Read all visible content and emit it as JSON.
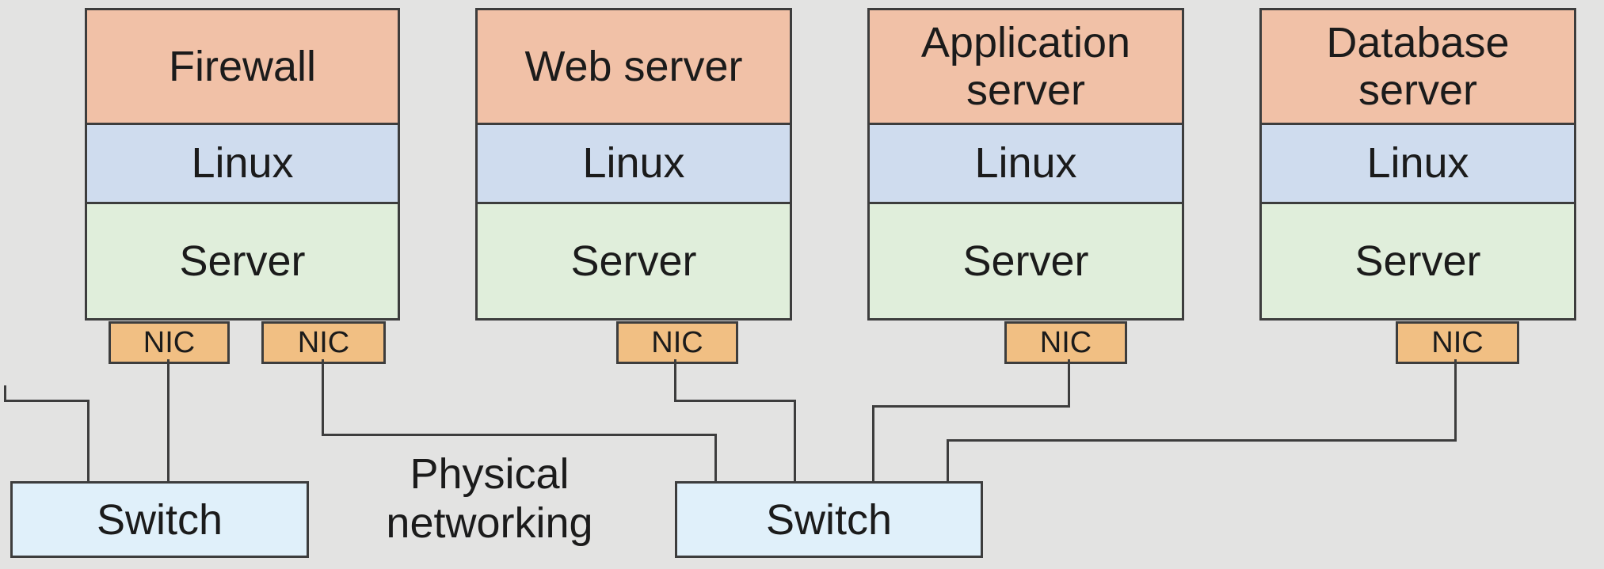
{
  "diagram": {
    "colors": {
      "background": "#e3e3e2",
      "header": "#f1c1a7",
      "os": "#cfdcee",
      "hw": "#e0eedb",
      "nic": "#f1bf83",
      "switch": "#e0f0fa",
      "line": "#3d3d3d"
    },
    "stacks": [
      {
        "name": "firewall",
        "app": "Firewall",
        "os": "Linux",
        "hardware": "Server",
        "nics": [
          "NIC",
          "NIC"
        ]
      },
      {
        "name": "web-server",
        "app": "Web server",
        "os": "Linux",
        "hardware": "Server",
        "nics": [
          "NIC"
        ]
      },
      {
        "name": "application-server",
        "app": "Application server",
        "os": "Linux",
        "hardware": "Server",
        "nics": [
          "NIC"
        ]
      },
      {
        "name": "database-server",
        "app": "Database server",
        "os": "Linux",
        "hardware": "Server",
        "nics": [
          "NIC"
        ]
      }
    ],
    "switches": [
      {
        "label": "Switch"
      },
      {
        "label": "Switch"
      }
    ],
    "caption": {
      "line1": "Physical",
      "line2": "networking"
    }
  }
}
